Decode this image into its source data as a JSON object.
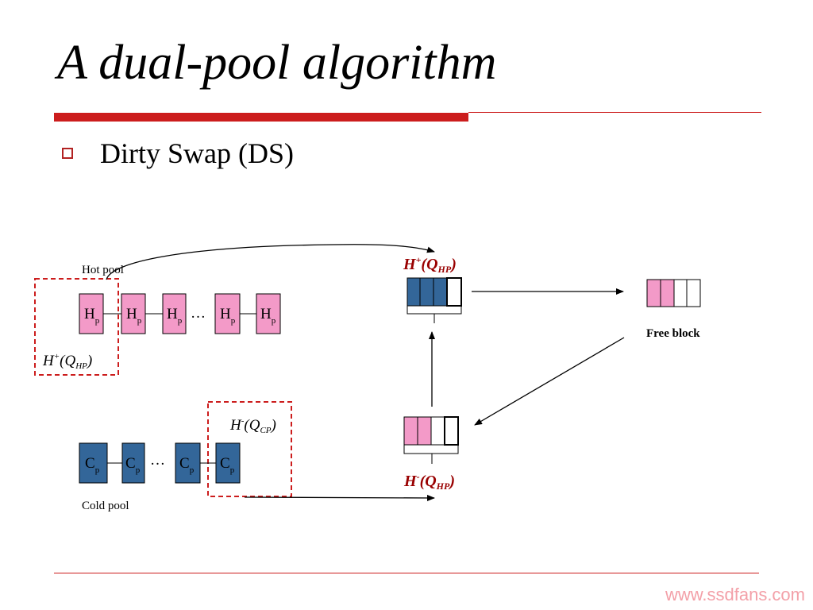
{
  "slide": {
    "title": "A dual-pool algorithm",
    "bullet": "Dirty Swap (DS)"
  },
  "diagram": {
    "hot_pool_label": "Hot pool",
    "cold_pool_label": "Cold pool",
    "free_block_label": "Free block",
    "hot_block_letter": "H",
    "cold_block_letter": "C",
    "block_subscript": "p",
    "ellipsis": "…",
    "hot_pool_selector": {
      "base": "H",
      "sup": "+",
      "open": "(Q",
      "sub": "HP",
      "close": ")"
    },
    "cold_pool_selector": {
      "base": "H",
      "sup": "-",
      "open": "(Q",
      "sub": "CP",
      "close": ")"
    },
    "top_buffer_label": {
      "base": "H",
      "sup": "+",
      "open": "(Q",
      "sub": "HP",
      "close": ")"
    },
    "bottom_buffer_label": {
      "base": "H",
      "sup": "-",
      "open": "(Q",
      "sub": "HP",
      "close": ")"
    }
  },
  "colors": {
    "accent_red": "#cc1d1d",
    "hot_pink": "#f39ac8",
    "cold_blue": "#336699",
    "label_dark_red": "#990000",
    "watermark_pink": "#f3a0a8"
  },
  "footer": {
    "watermark": "www.ssdfans.com"
  }
}
